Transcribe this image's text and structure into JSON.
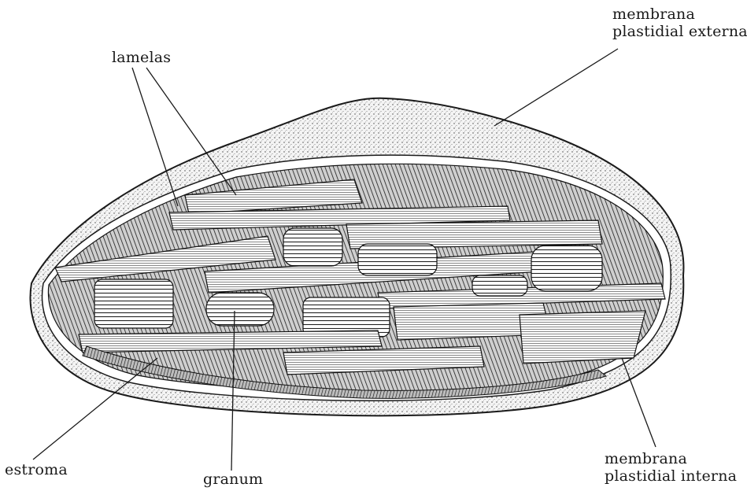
{
  "labels": {
    "lamelas": "lamelas",
    "outer_membrane": [
      "membrana",
      "plastidial externa"
    ],
    "inner_membrane": [
      "membrana",
      "plastidial interna"
    ],
    "estroma": "estroma",
    "granum": "granum"
  },
  "colors": {
    "ink": "#1a1a1a",
    "paper": "#ffffff",
    "stroma_shade": "#3a3a3a",
    "envelope_stipple": "#555555"
  }
}
